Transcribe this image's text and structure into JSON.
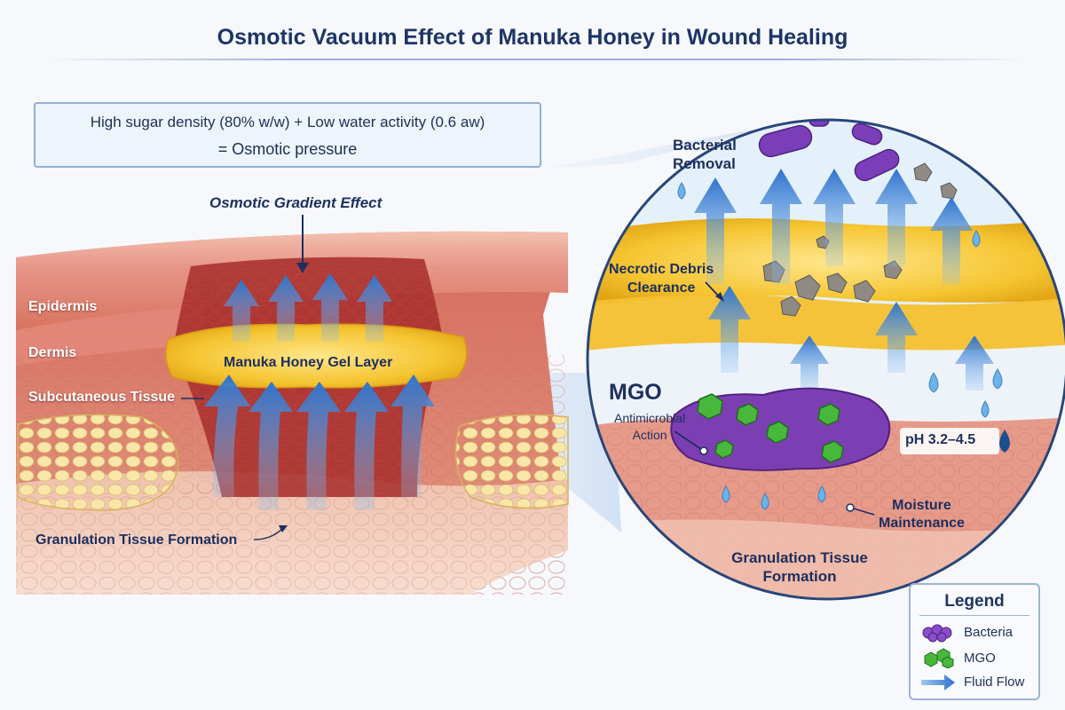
{
  "title": "Osmotic Vacuum Effect of Manuka Honey in Wound Healing",
  "formula": {
    "line1": "High sugar density (80% w/w) + Low water activity (0.6 aw)",
    "line2": "= Osmotic pressure"
  },
  "left_labels": {
    "gradient": "Osmotic Gradient Effect",
    "epidermis": "Epidermis",
    "dermis": "Dermis",
    "subcutaneous": "Subcutaneous Tissue",
    "honey_layer": "Manuka Honey Gel Layer",
    "granulation": "Granulation Tissue Formation"
  },
  "right_labels": {
    "bacterial_removal_1": "Bacterial",
    "bacterial_removal_2": "Removal",
    "necrotic_1": "Necrotic Debris",
    "necrotic_2": "Clearance",
    "mgo": "MGO",
    "antimicrobial_1": "Antimicrobial",
    "antimicrobial_2": "Action",
    "ph": "pH 3.2–4.5",
    "moisture_1": "Moisture",
    "moisture_2": "Maintenance",
    "granulation_1": "Granulation Tissue",
    "granulation_2": "Formation"
  },
  "legend": {
    "title": "Legend",
    "items": [
      {
        "label": "Bacteria",
        "icon": "bacteria-icon"
      },
      {
        "label": "MGO",
        "icon": "mgo-icon"
      },
      {
        "label": "Fluid Flow",
        "icon": "fluid-flow-icon"
      }
    ]
  },
  "colors": {
    "title": "#1d3566",
    "honey": "#f2c230",
    "tissue": "#d9786a",
    "fat": "#f1d98a",
    "fluid_arrow": "#4f8fdc",
    "bacteria": "#7a3fb8",
    "mgo": "#3fae3a"
  }
}
